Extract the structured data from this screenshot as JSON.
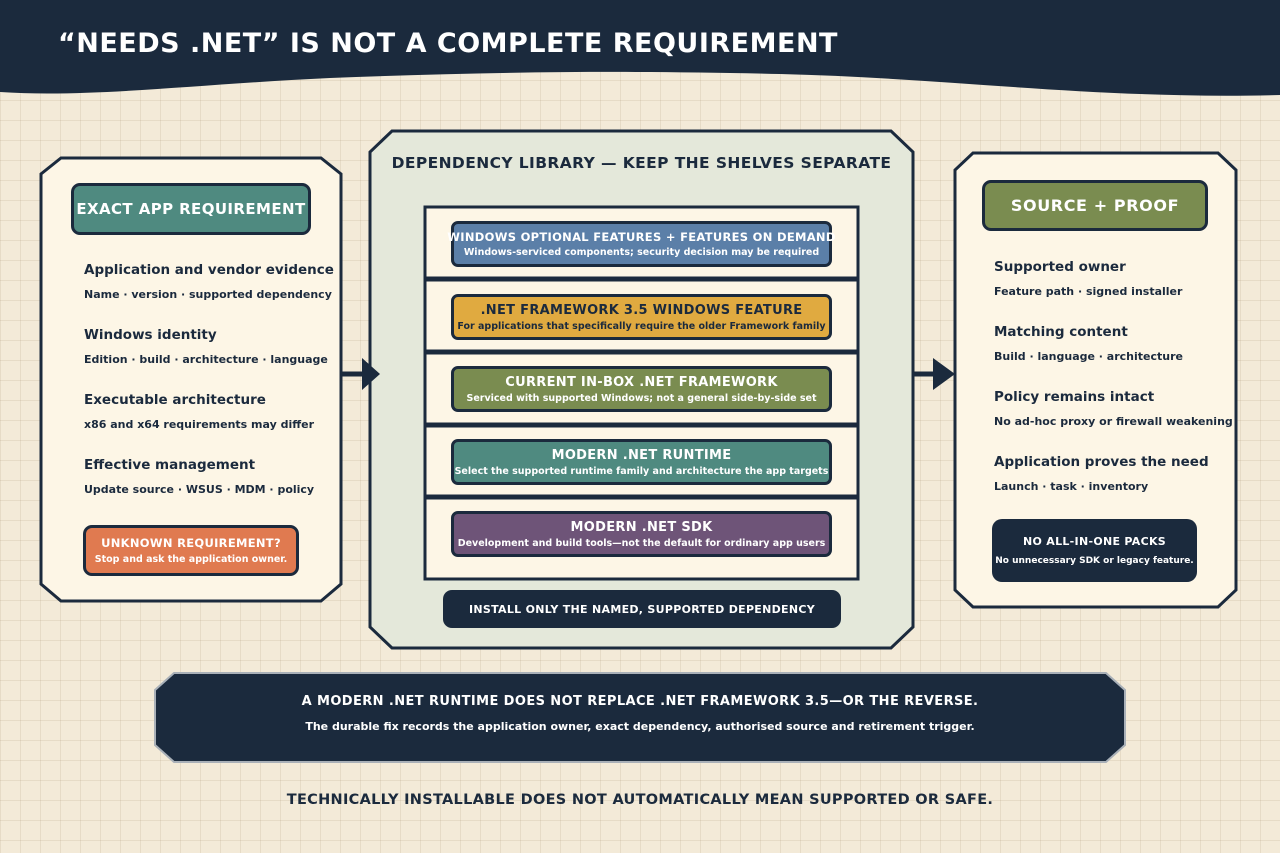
{
  "title": "“NEEDS .NET” IS NOT A COMPLETE REQUIREMENT",
  "left_panel": {
    "badge": "EXACT APP REQUIREMENT",
    "items": [
      {
        "heading": "Application and vendor evidence",
        "sub": "Name · version · supported dependency"
      },
      {
        "heading": "Windows identity",
        "sub": "Edition · build · architecture · language"
      },
      {
        "heading": "Executable architecture",
        "sub": "x86 and x64 requirements may differ"
      },
      {
        "heading": "Effective management",
        "sub": "Update source · WSUS · MDM · policy"
      }
    ],
    "warning": {
      "title": "UNKNOWN REQUIREMENT?",
      "sub": "Stop and ask the application owner."
    }
  },
  "center_panel": {
    "heading": "DEPENDENCY LIBRARY — KEEP THE SHELVES SEPARATE",
    "shelves": [
      {
        "title": "WINDOWS OPTIONAL FEATURES + FEATURES ON DEMAND",
        "desc": "Windows-serviced components; security decision may be required",
        "color": "#5b7fa8",
        "text_color": "#ffffff"
      },
      {
        "title": ".NET FRAMEWORK 3.5 WINDOWS FEATURE",
        "desc": "For applications that specifically require the older Framework family",
        "color": "#e0aa40",
        "text_color": "#1b2a3d"
      },
      {
        "title": "CURRENT IN-BOX .NET FRAMEWORK",
        "desc": "Serviced with supported Windows; not a general side-by-side set",
        "color": "#7a8c50",
        "text_color": "#ffffff"
      },
      {
        "title": "MODERN .NET RUNTIME",
        "desc": "Select the supported runtime family and architecture the app targets",
        "color": "#4f8a80",
        "text_color": "#ffffff"
      },
      {
        "title": "MODERN .NET SDK",
        "desc": "Development and build tools—not the default for ordinary app users",
        "color": "#6e5478",
        "text_color": "#ffffff"
      }
    ],
    "footer": "INSTALL ONLY THE NAMED, SUPPORTED DEPENDENCY"
  },
  "right_panel": {
    "badge": "SOURCE + PROOF",
    "items": [
      {
        "heading": "Supported owner",
        "sub": "Feature path · signed installer"
      },
      {
        "heading": "Matching content",
        "sub": "Build · language · architecture"
      },
      {
        "heading": "Policy remains intact",
        "sub": "No ad-hoc proxy or firewall weakening"
      },
      {
        "heading": "Application proves the need",
        "sub": "Launch · task · inventory"
      }
    ],
    "warning": {
      "title": "NO ALL-IN-ONE PACKS",
      "sub": "No unnecessary SDK or legacy feature."
    }
  },
  "banner": {
    "title": "A MODERN .NET RUNTIME DOES NOT REPLACE .NET FRAMEWORK 3.5—OR THE REVERSE.",
    "sub": "The durable fix records the application owner, exact dependency, authorised source and retirement trigger."
  },
  "footer_note": "TECHNICALLY INSTALLABLE DOES NOT AUTOMATICALLY MEAN SUPPORTED OR SAFE.",
  "colors": {
    "navy": "#1b2a3d",
    "background": "#f3ead8",
    "panel": "#fdf6e6",
    "center_panel": "#e4e8da",
    "teal": "#4f8a80",
    "olive": "#7a8c50",
    "orange": "#e07a50"
  }
}
